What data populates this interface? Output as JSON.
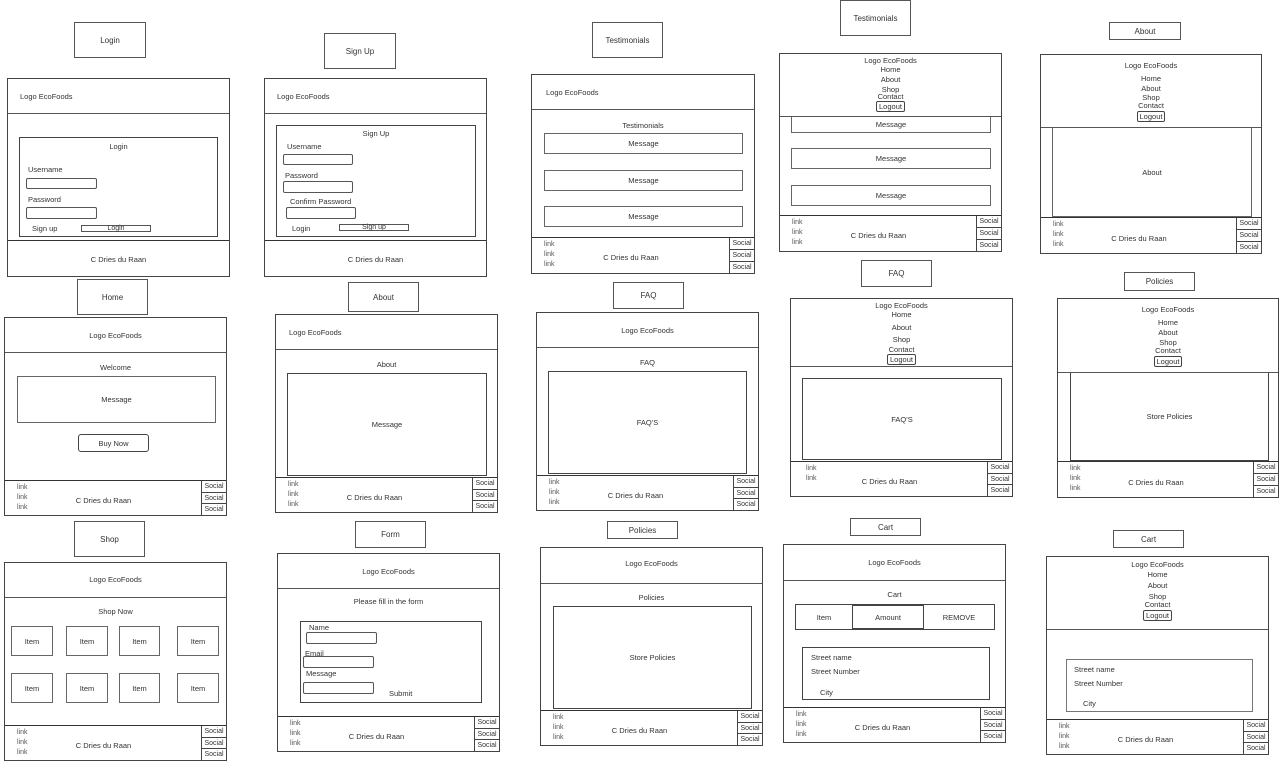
{
  "brand": {
    "logo": "Logo EcoFoods",
    "copyright": "C Dries du Raan"
  },
  "nav": {
    "home": "Home",
    "about": "About",
    "shop": "Shop",
    "contact": "Contact",
    "logout": "Logout"
  },
  "footer": {
    "link": "link",
    "social": "Social"
  },
  "frames": {
    "login": {
      "label": "Login",
      "title": "Login",
      "username": "Username",
      "password": "Password",
      "signup_link": "Sign up",
      "login_button": "Login"
    },
    "signup": {
      "label": "Sign Up",
      "title": "Sign Up",
      "username": "Username",
      "password": "Password",
      "confirm": "Confirm Password",
      "login_link": "Login",
      "signup_button": "Sign up"
    },
    "testimonials": {
      "label": "Testimonials",
      "title": "Testimonials",
      "message": "Message"
    },
    "testimonials_nav": {
      "label": "Testimonials",
      "message": "Message"
    },
    "about_nav": {
      "label": "About",
      "content": "About"
    },
    "home": {
      "label": "Home",
      "welcome": "Welcome",
      "message": "Message",
      "buy_now": "Buy Now"
    },
    "about": {
      "label": "About",
      "title": "About",
      "message": "Message"
    },
    "faq": {
      "label": "FAQ",
      "title": "FAQ",
      "content": "FAQ'S"
    },
    "faq_nav": {
      "label": "FAQ",
      "content": "FAQ'S"
    },
    "policies_nav": {
      "label": "Policies",
      "content": "Store Policies"
    },
    "shop": {
      "label": "Shop",
      "title": "Shop Now",
      "item": "Item"
    },
    "form": {
      "label": "Form",
      "title": "Please fill in the form",
      "name": "Name",
      "email": "Email",
      "message": "Message",
      "submit": "Submit"
    },
    "policies": {
      "label": "Policies",
      "title": "Policies",
      "content": "Store Policies"
    },
    "cart": {
      "label": "Cart",
      "title": "Cart",
      "item": "Item",
      "amount": "Amount",
      "remove": "REMOVE",
      "street_name": "Street name",
      "street_number": "Street Number",
      "city": "City"
    },
    "cart_nav": {
      "label": "Cart",
      "street_name": "Street name",
      "street_number": "Street Number",
      "city": "City"
    }
  }
}
